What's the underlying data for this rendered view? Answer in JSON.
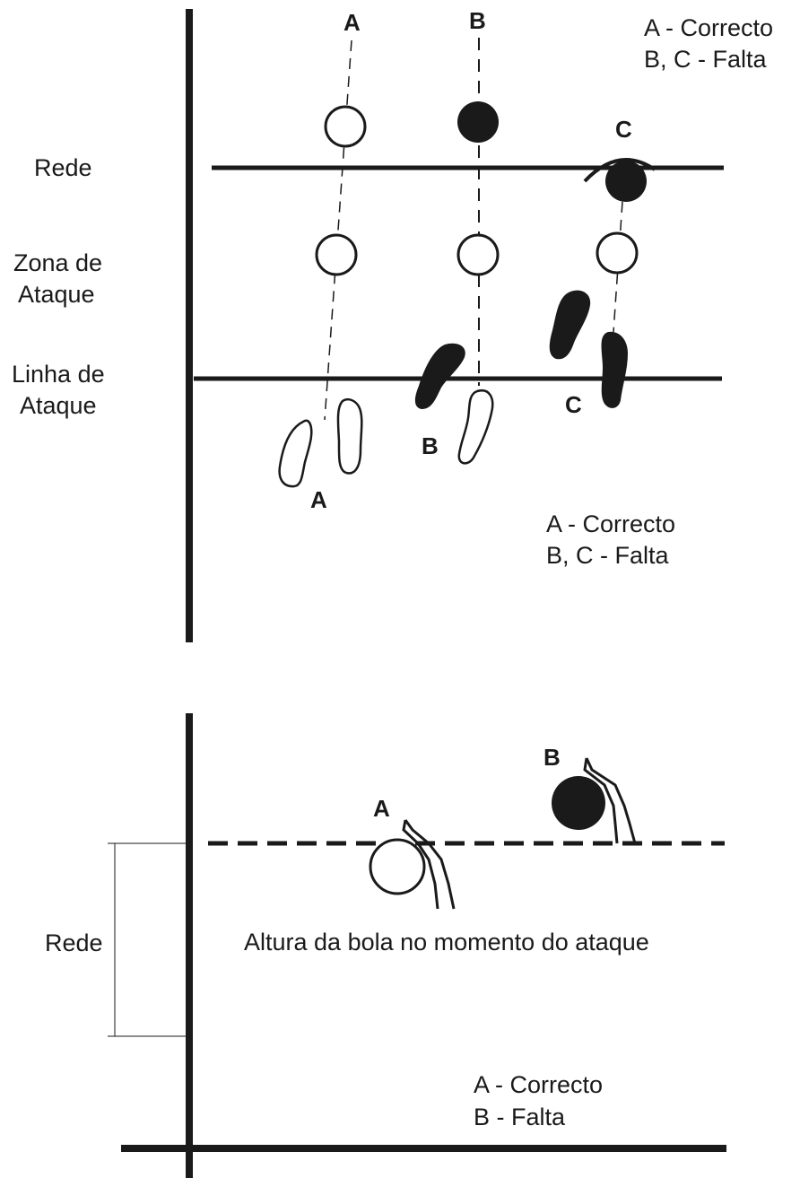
{
  "diagram1": {
    "legend_line1": "A - Correcto",
    "legend_line2": "B, C - Falta",
    "label_net": "Rede",
    "label_attack_zone_line1": "Zona de",
    "label_attack_zone_line2": "Ataque",
    "label_attack_line_line1": "Linha de",
    "label_attack_line_line2": "Ataque",
    "marker_a_top": "A",
    "marker_b_top": "B",
    "marker_c_net": "C",
    "marker_a_feet": "A",
    "marker_b_feet": "B",
    "marker_c_feet": "C",
    "result_line1": "A - Correcto",
    "result_line2": "B, C - Falta"
  },
  "diagram2": {
    "marker_a": "A",
    "marker_b": "B",
    "label_net": "Rede",
    "ball_height_caption": "Altura da bola no momento do ataque",
    "result_line1": "A - Correcto",
    "result_line2": "B - Falta"
  },
  "colors": {
    "ink": "#1a1a1a",
    "paper": "#ffffff"
  }
}
